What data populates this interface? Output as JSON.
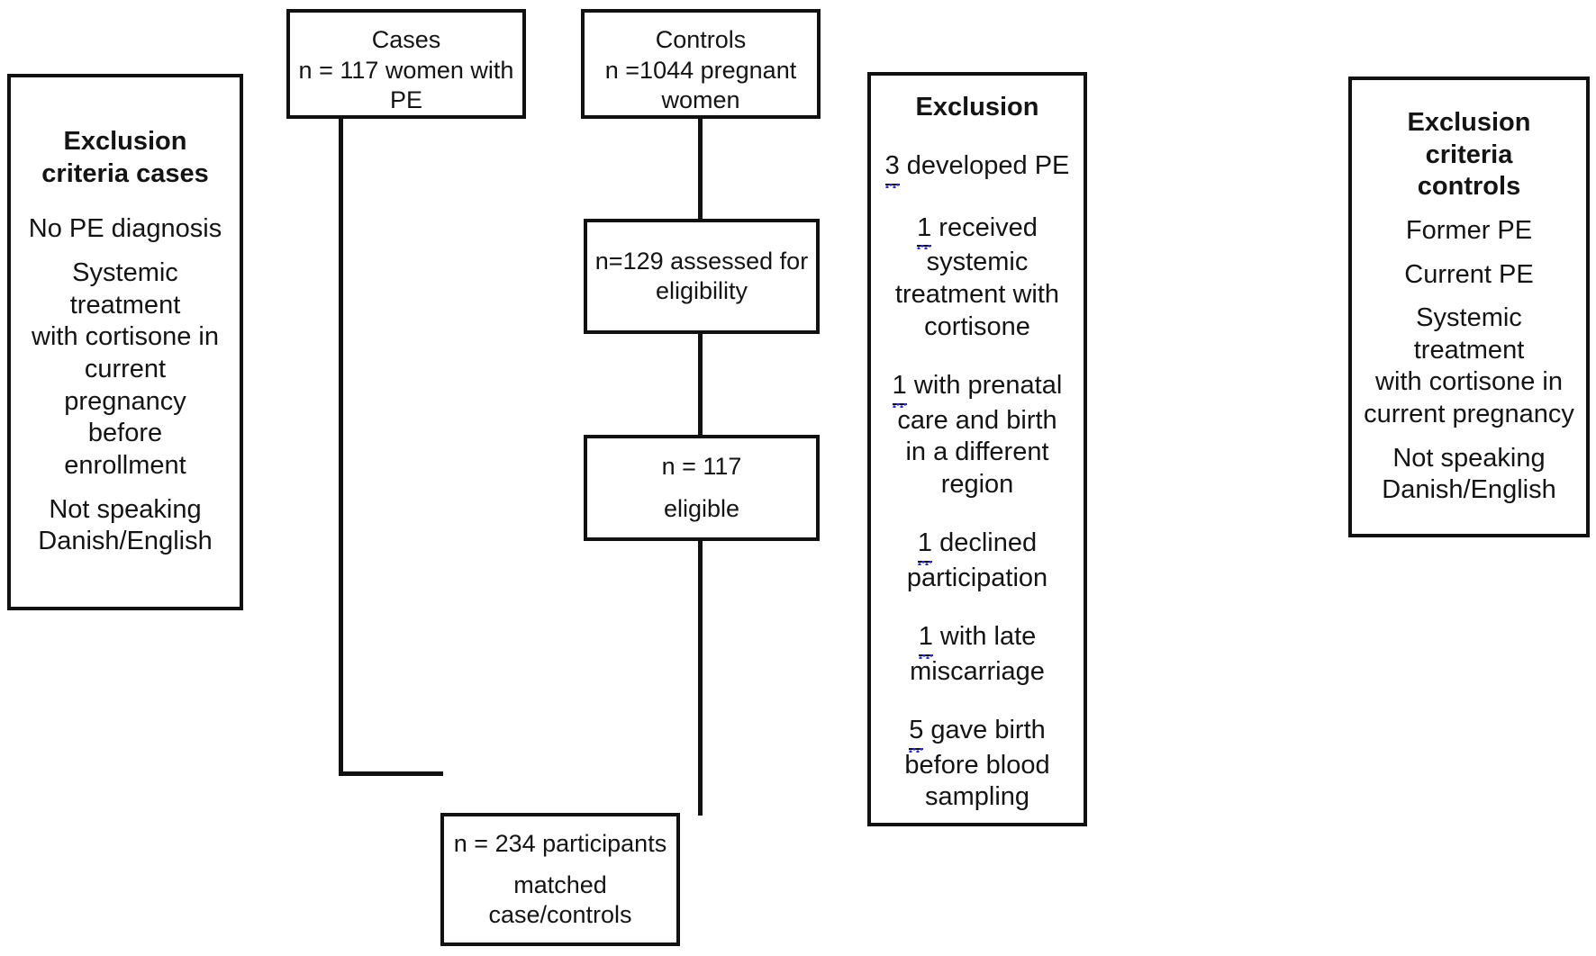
{
  "figure": {
    "type": "flowchart",
    "title": "Case-control study participant flow diagram",
    "colors": {
      "border": "#111111",
      "text": "#141414",
      "background": "#ffffff",
      "spellcheck_underline": "#2b2bd6"
    }
  },
  "boxes": {
    "exclusion_criteria_cases": {
      "heading": "Exclusion criteria cases",
      "lines": [
        "No PE diagnosis",
        "Systemic treatment with cortisone in current pregnancy before enrollment",
        "Not speaking Danish/English"
      ],
      "line1": "No PE diagnosis",
      "line2a": "Systemic treatment",
      "line2b": "with cortisone in",
      "line2c": "current pregnancy",
      "line2d": "before enrollment",
      "line3a": "Not speaking",
      "line3b": "Danish/English"
    },
    "cases": {
      "title": "Cases",
      "detail_a": "n = 117 women with",
      "detail_b": "PE",
      "detail_full": "n = 117 women with PE",
      "n": 117
    },
    "controls": {
      "title": "Controls",
      "detail_a": "n =1044 pregnant",
      "detail_b": "women",
      "detail_full": "n =1044 pregnant women",
      "n": 1044
    },
    "assessed": {
      "line_a": "n=129 assessed for",
      "line_b": "eligibility",
      "full": "n=129 assessed for eligibility",
      "n": 129
    },
    "eligible": {
      "line_a": "n = 117",
      "line_b": "eligible",
      "full": "n = 117 eligible",
      "n": 117
    },
    "participants": {
      "line_a": "n = 234 participants",
      "line_b": "matched",
      "line_c": "case/controls",
      "full": "n = 234 participants matched case/controls",
      "n": 234
    },
    "exclusion": {
      "heading": "Exclusion",
      "items": [
        {
          "count": "3",
          "text_a": "developed PE",
          "text_b": "",
          "text_c": "",
          "text_d": ""
        },
        {
          "count": "1",
          "text_a": "received",
          "text_b": "systemic",
          "text_c": "treatment with",
          "text_d": "cortisone"
        },
        {
          "count": "1",
          "text_a": "with prenatal",
          "text_b": "care and birth",
          "text_c": "in a different",
          "text_d": "region"
        },
        {
          "count": "1",
          "text_a": "declined",
          "text_b": "participation",
          "text_c": "",
          "text_d": ""
        },
        {
          "count": "1",
          "text_a": "with late",
          "text_b": "miscarriage",
          "text_c": "",
          "text_d": ""
        },
        {
          "count": "5",
          "text_a": "gave birth",
          "text_b": "before blood",
          "text_c": "sampling",
          "text_d": ""
        }
      ],
      "items_full": [
        "3 developed PE",
        "1 received systemic treatment with cortisone",
        "1 with prenatal care and birth in a different region",
        "1 declined participation",
        "1 with late miscarriage",
        "5 gave birth before blood sampling"
      ]
    },
    "exclusion_criteria_controls": {
      "heading_a": "Exclusion criteria",
      "heading_b": "controls",
      "heading_full": "Exclusion criteria controls",
      "lines": [
        "Former PE",
        "Current PE",
        "Systemic treatment with cortisone  in current pregnancy",
        "Not speaking Danish/English"
      ],
      "line1": "Former PE",
      "line2": "Current PE",
      "line3a": "Systemic treatment",
      "line3b": "with cortisone  in",
      "line3c": "current pregnancy",
      "line4a": "Not speaking",
      "line4b": "Danish/English"
    }
  }
}
